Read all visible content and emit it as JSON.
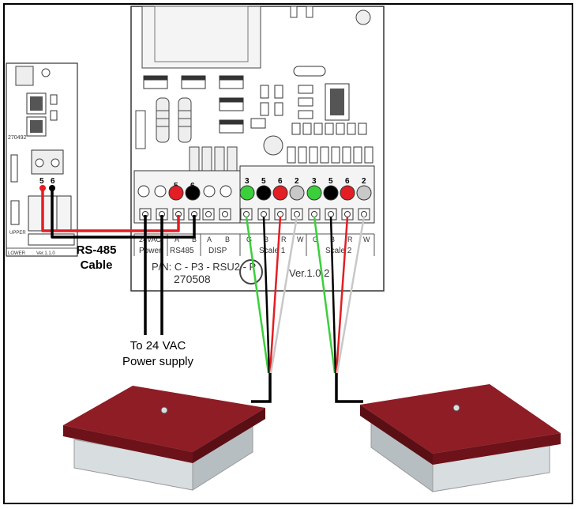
{
  "colors": {
    "red_wire": "#e31e24",
    "green_wire": "#3ccf3c",
    "black_wire": "#000000",
    "white_wire": "#c8c8c8",
    "scale_top": "#8f1d26",
    "scale_base": "#c9cfd3"
  },
  "main_board": {
    "part_number": "P/N: C - P3 - RSU2 - P",
    "serial": "270508",
    "version": "Ver.1.0.2",
    "terminal_numbers": [
      "5",
      "6",
      "3",
      "5",
      "6",
      "2",
      "3",
      "5",
      "6",
      "2"
    ],
    "groups": [
      {
        "name": "Power",
        "pins": [
          "24VAC"
        ]
      },
      {
        "name": "RS485",
        "pins": [
          "A",
          "B"
        ]
      },
      {
        "name": "DISP",
        "pins": [
          "A",
          "B"
        ]
      },
      {
        "name": "Scale 1",
        "pins": [
          "G",
          "B",
          "R",
          "W"
        ]
      },
      {
        "name": "Scale 2",
        "pins": [
          "G",
          "B",
          "R",
          "W"
        ]
      }
    ]
  },
  "display_board": {
    "id": "270492",
    "upper_label": "UPPER",
    "lower_label": "LOWER",
    "version": "Ver.1.1.0",
    "terminal_numbers": [
      "5",
      "6"
    ]
  },
  "labels": {
    "rs485_line1": "RS-485",
    "rs485_line2": "Cable",
    "power_line1": "To 24 VAC",
    "power_line2": "Power supply"
  }
}
